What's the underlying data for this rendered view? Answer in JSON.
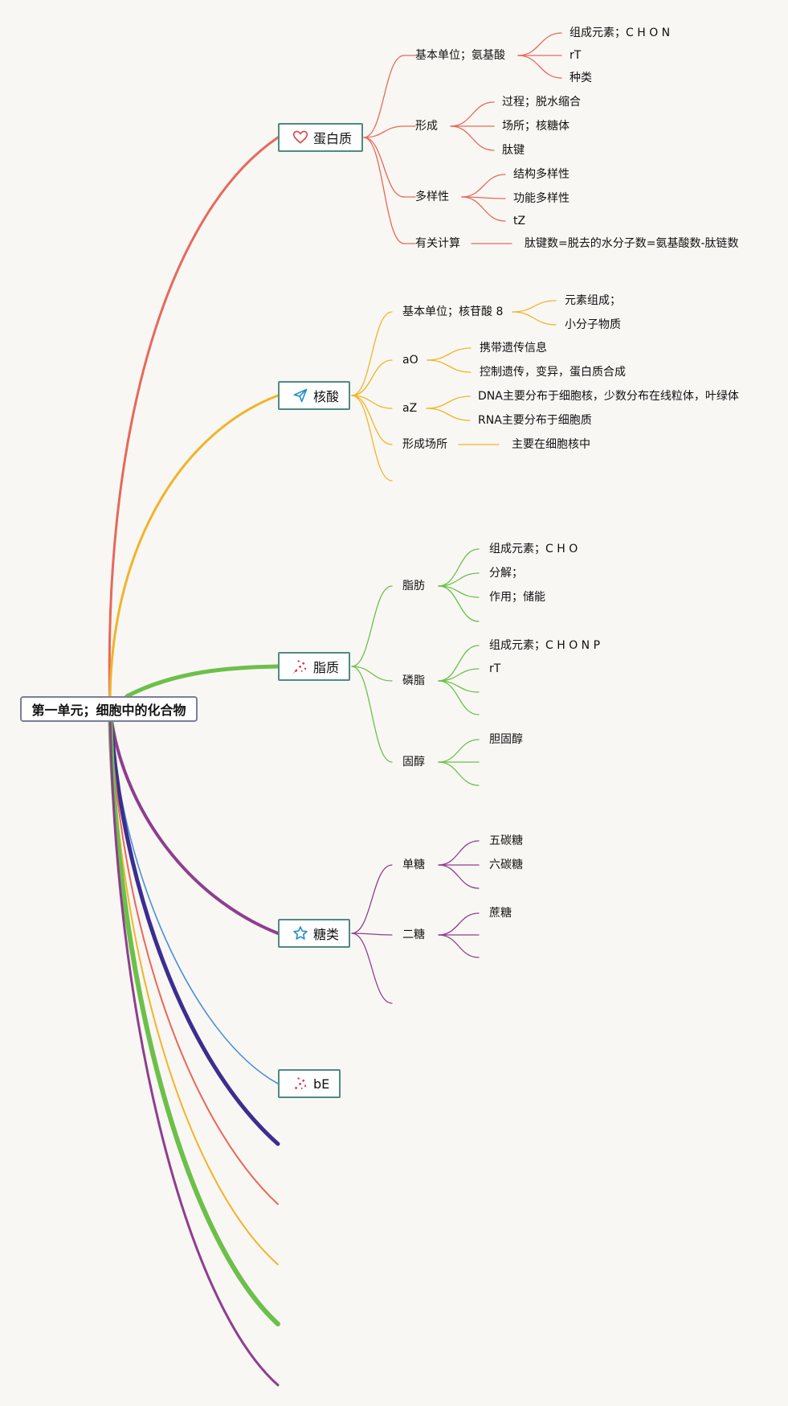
{
  "root": {
    "label": "第一单元；细胞中的化合物"
  },
  "topics": [
    {
      "id": "protein",
      "label": "蛋白质",
      "icon": "heart-icon",
      "color": "#e8685a"
    },
    {
      "id": "nucleic",
      "label": "核酸",
      "icon": "paper-plane-icon",
      "color": "#f0b429"
    },
    {
      "id": "lipid",
      "label": "脂质",
      "icon": "sparkle-icon",
      "color": "#6cc04a"
    },
    {
      "id": "sugar",
      "label": "糖类",
      "icon": "star-icon",
      "color": "#8e3e8e"
    },
    {
      "id": "be",
      "label": "bE",
      "icon": "sparkle-icon",
      "color": "#4a90d9"
    }
  ],
  "protein": {
    "unit": "基本单位；氨基酸",
    "unit_items": [
      "组成元素；C H O N",
      "rT",
      "种类"
    ],
    "form": "形成",
    "form_items": [
      "过程；脱水缩合",
      "场所；核糖体",
      "肽键"
    ],
    "diversity": "多样性",
    "diversity_items": [
      "结构多样性",
      "功能多样性",
      "tZ"
    ],
    "calc": "有关计算",
    "calc_item": "肽键数=脱去的水分子数=氨基酸数-肽链数"
  },
  "nucleic": {
    "unit": "基本单位；核苷酸 8",
    "unit_items": [
      "元素组成；",
      "小分子物质"
    ],
    "ao": "aO",
    "ao_items": [
      "携带遗传信息",
      "控制遗传，变异，蛋白质合成"
    ],
    "az": "aZ",
    "az_items": [
      "DNA主要分布于细胞核，少数分布在线粒体，叶绿体",
      "RNA主要分布于细胞质"
    ],
    "site": "形成场所",
    "site_item": "主要在细胞核中"
  },
  "lipid": {
    "fat": "脂肪",
    "fat_items": [
      "组成元素；C H O",
      "分解；",
      "作用；储能"
    ],
    "phospholipid": "磷脂",
    "phospholipid_items": [
      "组成元素；C H O N P",
      "rT"
    ],
    "sterol": "固醇",
    "sterol_items": [
      "胆固醇"
    ]
  },
  "sugar": {
    "mono": "单糖",
    "mono_items": [
      "五碳糖",
      "六碳糖"
    ],
    "di": "二糖",
    "di_items": [
      "蔗糖"
    ]
  },
  "extra_branch_colors": [
    "#3b2e8f",
    "#e8685a",
    "#f0b429",
    "#6cc04a",
    "#8e3e8e"
  ]
}
